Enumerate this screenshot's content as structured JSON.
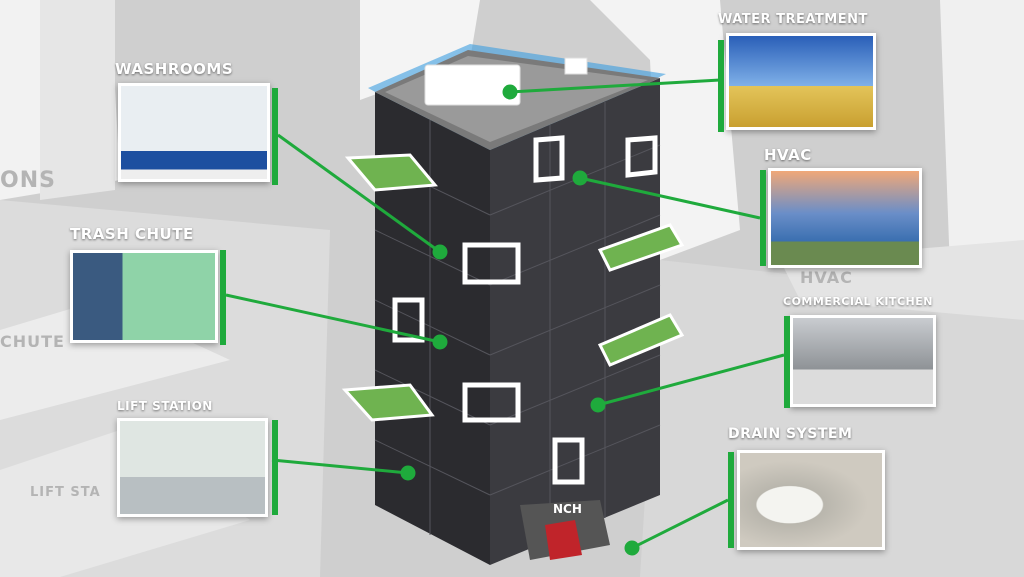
{
  "brand_sign": "NCH",
  "accent_color": "#1faa3c",
  "callouts": [
    {
      "id": "washrooms",
      "label": "WASHROOMS"
    },
    {
      "id": "trash-chute",
      "label": "TRASH CHUTE"
    },
    {
      "id": "lift-station",
      "label": "LIFT STATION"
    },
    {
      "id": "water-treatment",
      "label": "WATER TREATMENT"
    },
    {
      "id": "hvac",
      "label": "HVAC"
    },
    {
      "id": "commercial-kitchen",
      "label": "COMMERCIAL KITCHEN"
    },
    {
      "id": "drain-system",
      "label": "DRAIN SYSTEM"
    }
  ],
  "background_text": [
    "ONS",
    "CHUTE",
    "LIFT STA",
    "HVAC"
  ]
}
